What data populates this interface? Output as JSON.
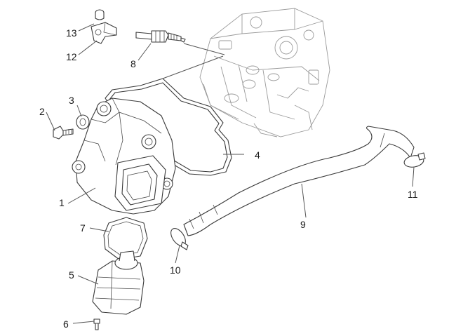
{
  "diagram": {
    "callouts": [
      {
        "id": "1",
        "text": "1"
      },
      {
        "id": "2",
        "text": "2"
      },
      {
        "id": "3",
        "text": "3"
      },
      {
        "id": "4",
        "text": "4"
      },
      {
        "id": "5",
        "text": "5"
      },
      {
        "id": "6",
        "text": "6"
      },
      {
        "id": "7",
        "text": "7"
      },
      {
        "id": "8",
        "text": "8"
      },
      {
        "id": "9",
        "text": "9"
      },
      {
        "id": "10",
        "text": "10"
      },
      {
        "id": "11",
        "text": "11"
      },
      {
        "id": "12",
        "text": "12"
      },
      {
        "id": "13",
        "text": "13"
      }
    ],
    "parts": {
      "cylinder_head": "cylinder-head-assembly",
      "head_cover": "cylinder-head-cover",
      "screw": "flange-screw",
      "washer": "sealing-washer",
      "gasket": "cover-gasket",
      "oil_separator": "oil-separator-housing",
      "separator_screw": "separator-screw",
      "separator_gasket": "separator-gasket",
      "spark_plug": "spark-plug",
      "blow_by_hose": "blow-by-hose",
      "hose_clamp_front": "hose-clamp",
      "hose_clamp_rear": "hose-clamp",
      "bracket": "hose-bracket",
      "cap": "rubber-cap"
    }
  }
}
